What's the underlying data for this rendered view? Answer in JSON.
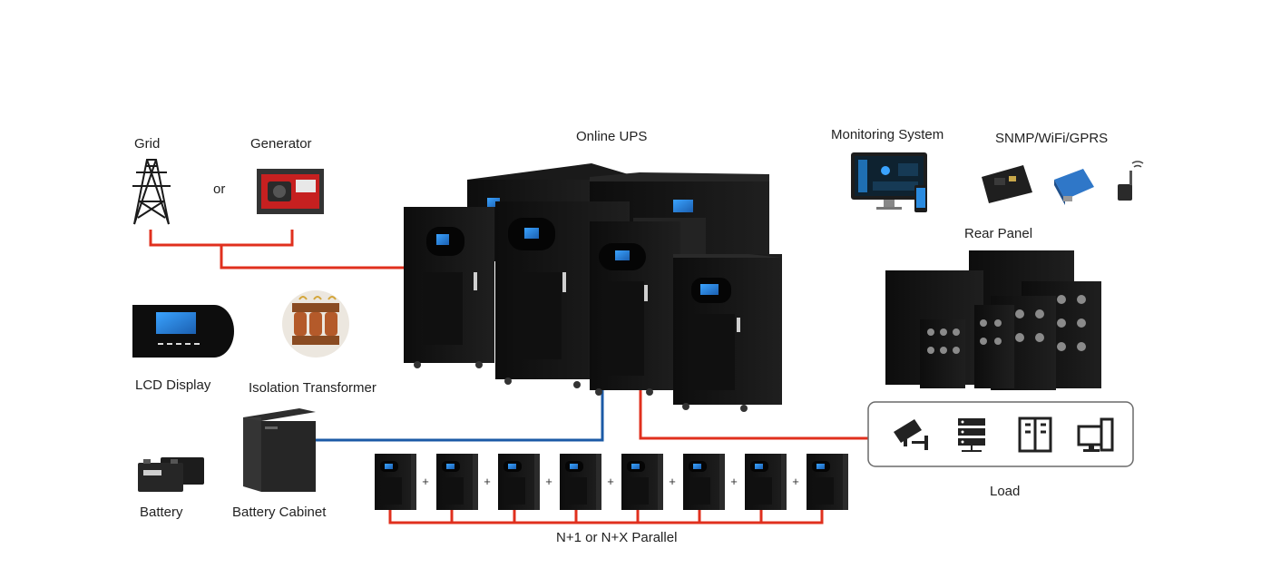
{
  "labels": {
    "grid": "Grid",
    "or": "or",
    "generator": "Generator",
    "online_ups": "Online UPS",
    "monitoring": "Monitoring System",
    "snmp": "SNMP/WiFi/GPRS",
    "rear_panel": "Rear Panel",
    "lcd": "LCD Display",
    "isolation": "Isolation Transformer",
    "battery": "Battery",
    "battery_cabinet": "Battery Cabinet",
    "load": "Load",
    "parallel": "N+1 or N+X Parallel"
  },
  "parallel": {
    "units": 8,
    "joiner": "+"
  },
  "load_icons": [
    "cctv-camera-icon",
    "server-rack-icon",
    "cabinet-icon",
    "desktop-computer-icon"
  ],
  "colors": {
    "power_line": "#e0301e",
    "battery_line": "#1b5aa6",
    "equipment": "#141414",
    "screen": "#2a8be0"
  }
}
